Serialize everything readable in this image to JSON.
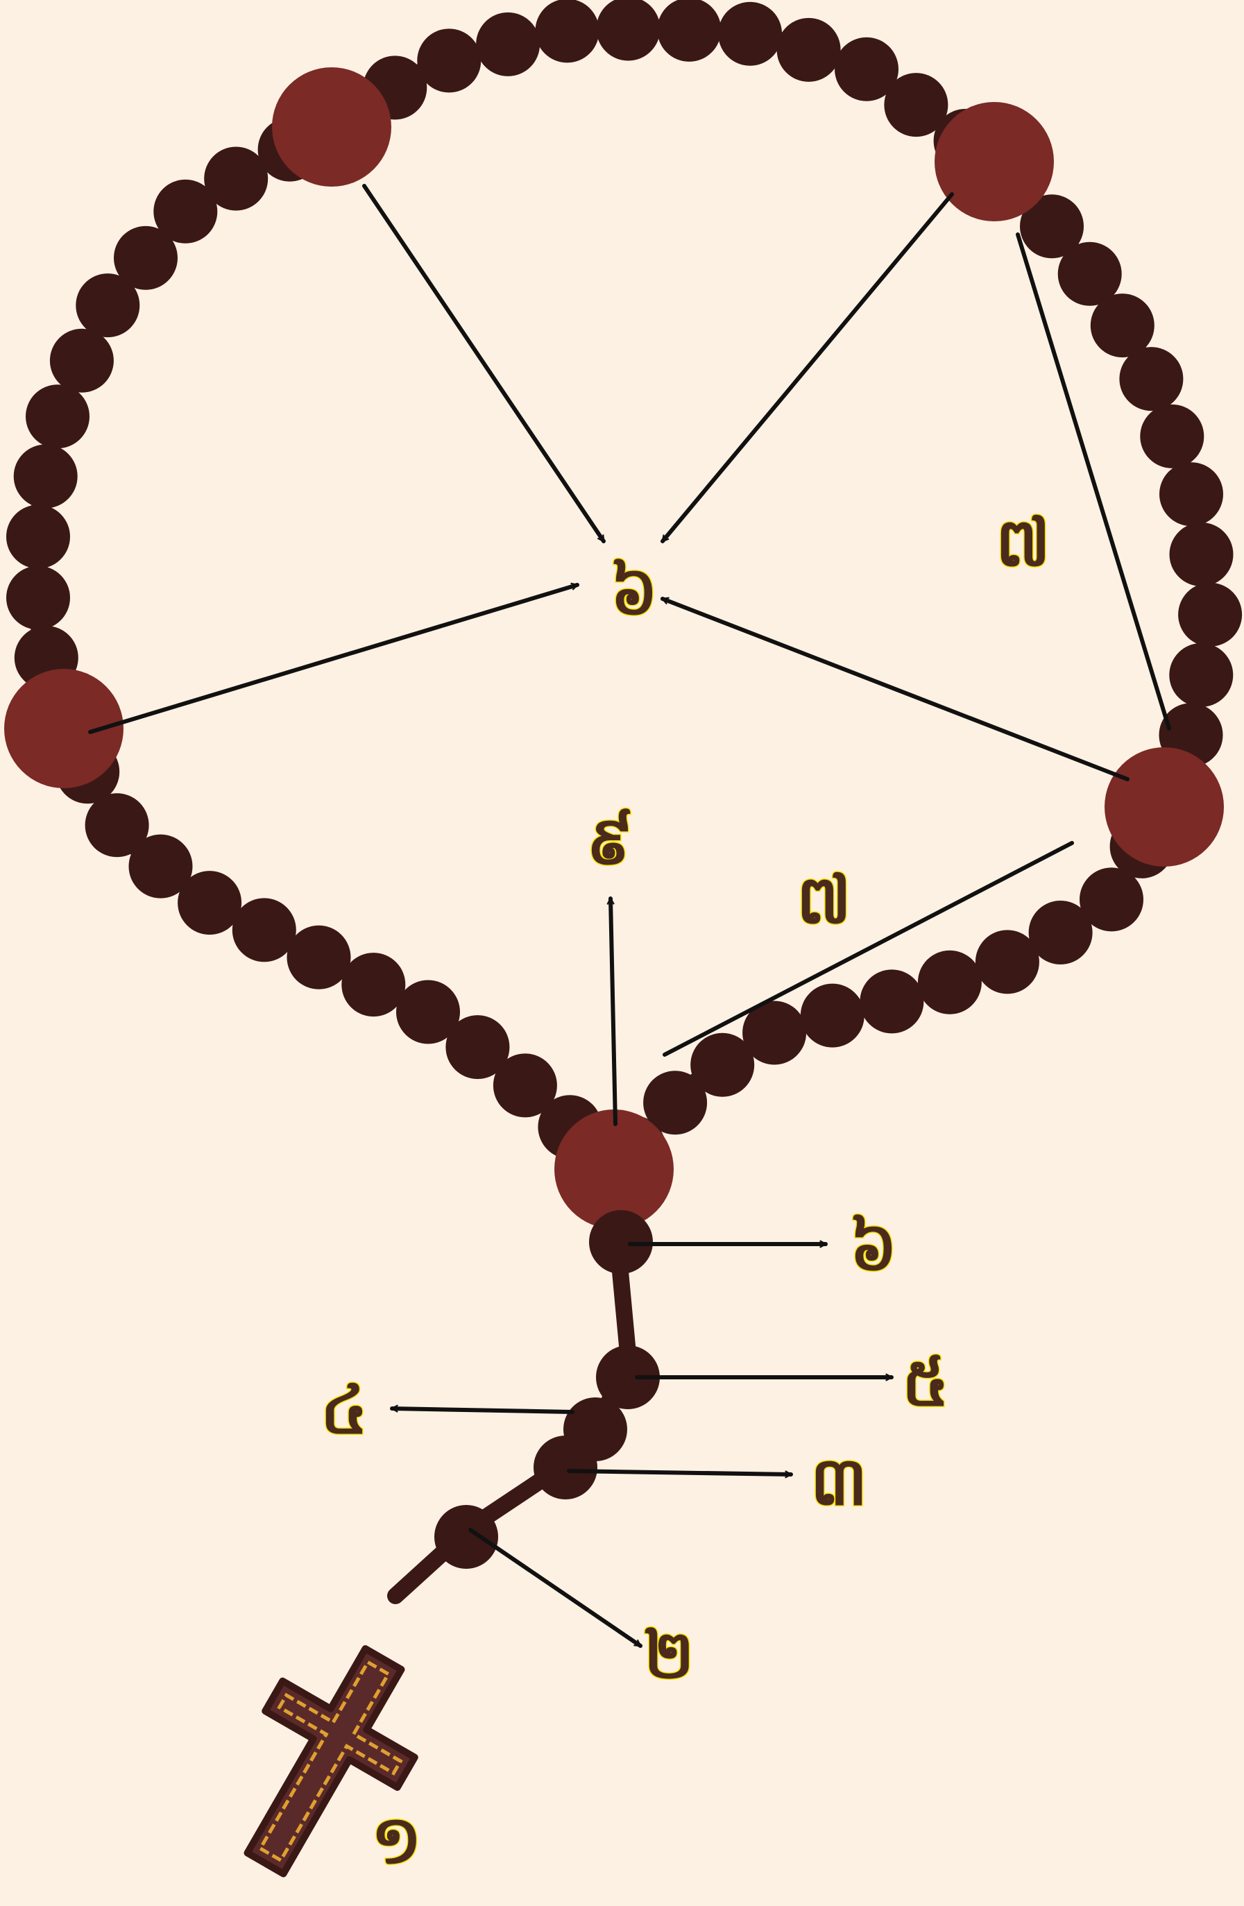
{
  "labels": {
    "cross": "១",
    "bead_two": "២",
    "bead_three": "៣",
    "bead_four": "៤",
    "bead_five": "៥",
    "bead_six_stem": "៦",
    "center": "៦",
    "up": "៩",
    "decade_right_upper": "៧",
    "decade_right_lower": "៧"
  },
  "colors": {
    "background": "#fdf1e3",
    "small_bead": "#3a1816",
    "large_bead": "#7b2a26",
    "cross_body": "#5a2a2a",
    "cross_trim": "#e0a030",
    "arrow": "#111111",
    "label_fill": "#4a2a1c",
    "label_outline": "#f5e200"
  }
}
